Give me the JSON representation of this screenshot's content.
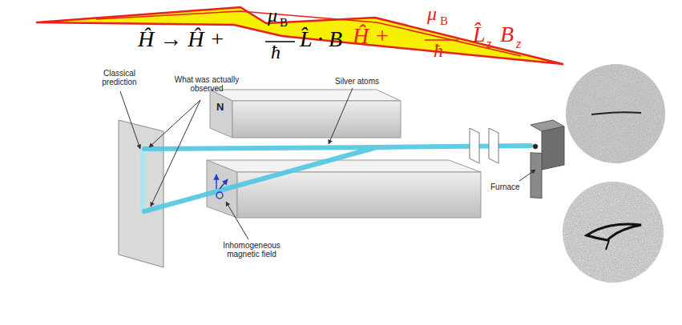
{
  "diagram": {
    "labels": [
      "Ĥ → Ĥ +",
      "μ",
      "B",
      "ħ",
      "L̂ · B⃗",
      "Ĥ +",
      "μ",
      "B",
      "ħ",
      "L̂",
      "z",
      "B",
      "z",
      "Classical prediction",
      "What was actually observed",
      "Silver atoms",
      "N",
      "Inhomogeneous magnetic field",
      "Furnace"
    ]
  }
}
